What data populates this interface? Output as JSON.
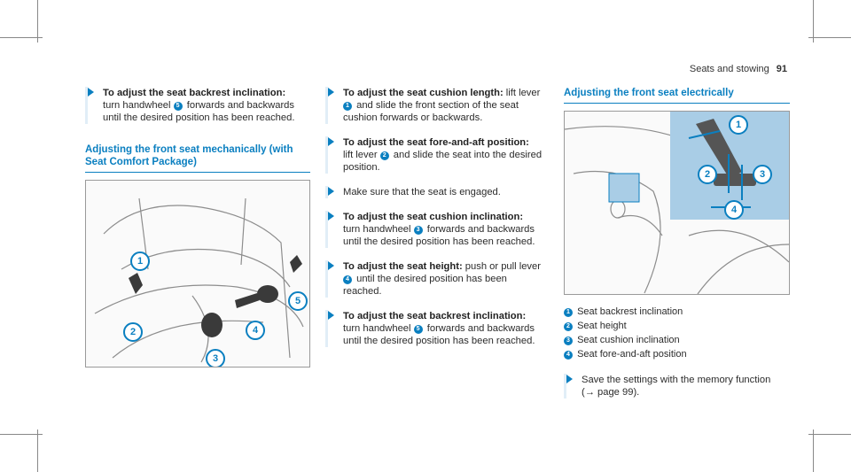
{
  "header": {
    "section": "Seats and stowing",
    "page": "91"
  },
  "col1": {
    "step1": {
      "bold": "To adjust the seat backrest inclination:",
      "pre": "turn handwheel",
      "num": "5",
      "post": "forwards and backwards until the desired position has been reached."
    },
    "section_title": "Adjusting the front seat mechanically (with Seat Comfort Package)",
    "figure_callouts": [
      "1",
      "2",
      "3",
      "4",
      "5"
    ]
  },
  "col2": {
    "steps": [
      {
        "bold": "To adjust the seat cushion length:",
        "pre": "lift lever",
        "num": "1",
        "post": "and slide the front section of the seat cushion forwards or backwards."
      },
      {
        "bold": "To adjust the seat fore-and-aft position:",
        "pre": "lift lever",
        "num": "2",
        "post": "and slide the seat into the desired position."
      },
      {
        "plain": "Make sure that the seat is engaged."
      },
      {
        "bold": "To adjust the seat cushion inclination:",
        "pre": "turn handwheel",
        "num": "3",
        "post": "forwards and backwards until the desired position has been reached."
      },
      {
        "bold": "To adjust the seat height:",
        "pre": "push or pull lever",
        "num": "4",
        "post": "until the desired position has been reached."
      },
      {
        "bold": "To adjust the seat backrest inclination:",
        "pre": "turn handwheel",
        "num": "5",
        "post": "forwards and backwards until the desired position has been reached."
      }
    ]
  },
  "col3": {
    "section_title": "Adjusting the front seat electrically",
    "figure_callouts": [
      "1",
      "2",
      "3",
      "4"
    ],
    "legend": [
      {
        "num": "1",
        "text": "Seat backrest inclination"
      },
      {
        "num": "2",
        "text": "Seat height"
      },
      {
        "num": "3",
        "text": "Seat cushion inclination"
      },
      {
        "num": "4",
        "text": "Seat fore-and-aft position"
      }
    ],
    "tip": {
      "text": "Save the settings with the memory function",
      "ref": "(→ page 99)."
    }
  },
  "colors": {
    "accent": "#0a7fc0",
    "bar": "#e1eef7",
    "panel": "#a9cde6"
  }
}
